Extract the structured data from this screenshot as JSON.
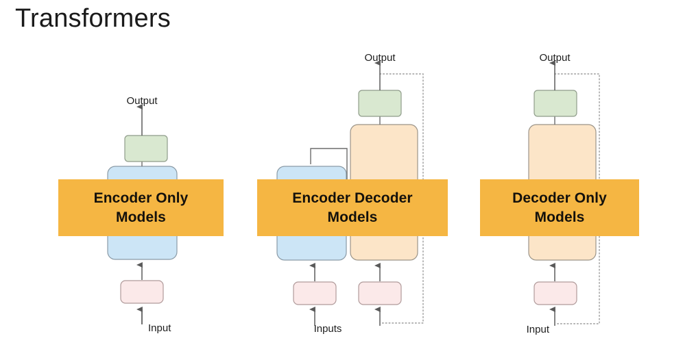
{
  "slide": {
    "title": "Transformers",
    "background_color": "#ffffff"
  },
  "palette": {
    "banner_orange": "#f5b643",
    "encoder_blue_fill": "#cce5f6",
    "encoder_blue_stroke": "#8a9aa6",
    "decoder_tan_fill": "#fce5c8",
    "decoder_tan_stroke": "#9b9488",
    "head_green_fill": "#d9e8d0",
    "head_green_stroke": "#8f9c8a",
    "embed_pink_fill": "#fbe9e9",
    "embed_pink_stroke": "#b09a9a",
    "wire_gray": "#5a5a5a",
    "dotted_gray": "#9a9a9a",
    "text_dark": "#1a1a1a"
  },
  "diagrams": [
    {
      "id": "encoder-only",
      "banner_label_line1": "Encoder Only",
      "banner_label_line2": "Models",
      "output_label": "Output",
      "input_label": "Input",
      "blocks": [
        {
          "name": "output-head-block",
          "color_key": "head_green_fill"
        },
        {
          "name": "encoder-stack-block",
          "color_key": "encoder_blue_fill"
        },
        {
          "name": "input-embedding-block",
          "color_key": "embed_pink_fill"
        }
      ],
      "has_feedback_loop": false,
      "has_cross_attention": false
    },
    {
      "id": "encoder-decoder",
      "banner_label_line1": "Encoder Decoder",
      "banner_label_line2": "Models",
      "output_label": "Output",
      "input_label": "Inputs",
      "blocks": [
        {
          "name": "output-head-block",
          "color_key": "head_green_fill"
        },
        {
          "name": "encoder-stack-block",
          "color_key": "encoder_blue_fill"
        },
        {
          "name": "decoder-stack-block",
          "color_key": "decoder_tan_fill"
        },
        {
          "name": "encoder-input-embedding-block",
          "color_key": "embed_pink_fill"
        },
        {
          "name": "decoder-input-embedding-block",
          "color_key": "embed_pink_fill"
        }
      ],
      "has_feedback_loop": true,
      "has_cross_attention": true
    },
    {
      "id": "decoder-only",
      "banner_label_line1": "Decoder Only",
      "banner_label_line2": "Models",
      "output_label": "Output",
      "input_label": "Input",
      "blocks": [
        {
          "name": "output-head-block",
          "color_key": "head_green_fill"
        },
        {
          "name": "decoder-stack-block",
          "color_key": "decoder_tan_fill"
        },
        {
          "name": "input-embedding-block",
          "color_key": "embed_pink_fill"
        }
      ],
      "has_feedback_loop": true,
      "has_cross_attention": false
    }
  ]
}
